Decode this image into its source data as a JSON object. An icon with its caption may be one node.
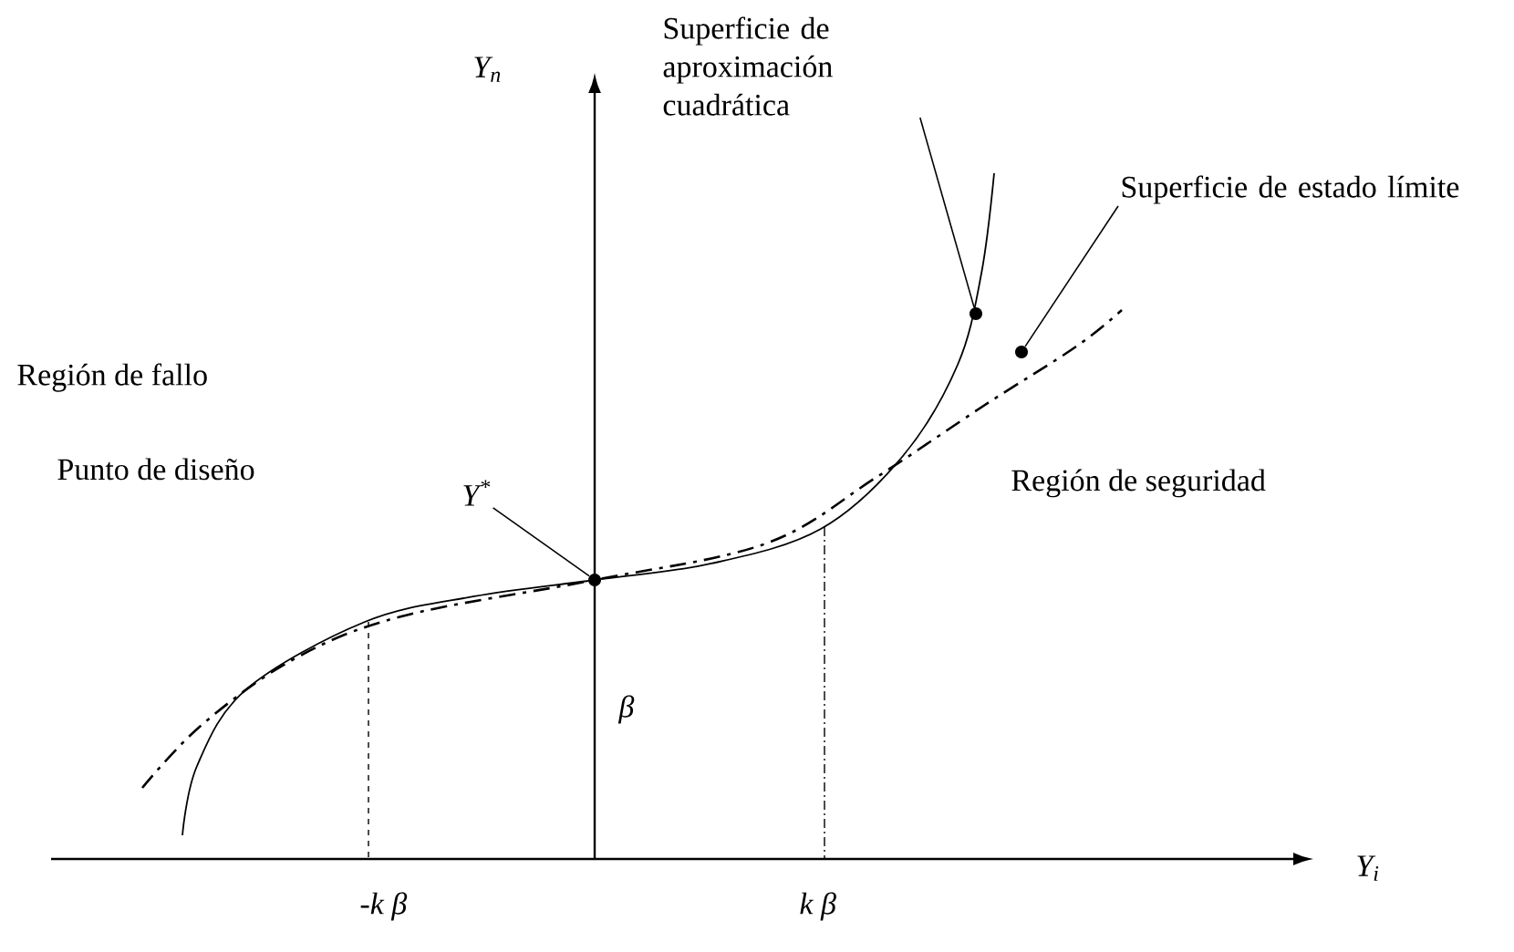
{
  "diagram": {
    "nodes": [
      {
        "text": [
          "Superficie de aproximación cuadrática"
        ]
      },
      {
        "text": [],
        "shape": "circle"
      },
      {
        "text": [
          "Superficie de estado límite"
        ]
      },
      {
        "text": [],
        "shape": "circle"
      },
      {
        "text": [
          "Y$^{*}$"
        ]
      },
      {
        "text": [],
        "shape": "circle"
      }
    ],
    "edges": [
      {
        "from": 0,
        "to": 1,
        "arrow": "none"
      },
      {
        "from": 2,
        "to": 3,
        "arrow": "none"
      },
      {
        "from": 4,
        "to": 5,
        "arrow": "none"
      }
    ],
    "labels": [
      "Y$_{n}$",
      "Región de fallo",
      "Punto de diseño",
      "Región de seguridad",
      "β",
      "-k β",
      "k β",
      "Y$_{i}$"
    ]
  }
}
